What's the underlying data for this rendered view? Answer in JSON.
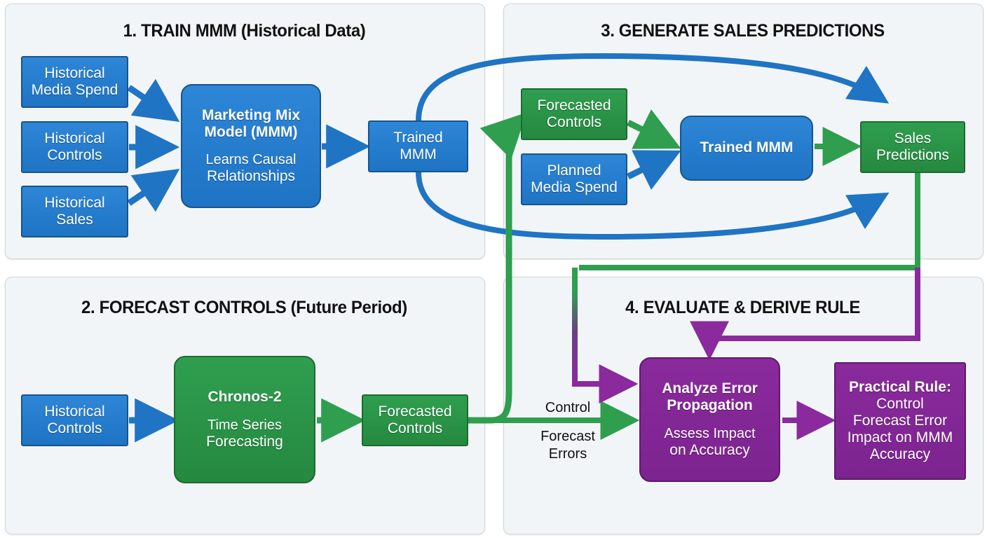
{
  "colors": {
    "blue": "#2e86d6",
    "green": "#2f9e4f",
    "purple": "#8a2a9c",
    "panel_bg": "#f2f5f7",
    "panel_border": "#cfd6da",
    "title": "#111111"
  },
  "panels": [
    {
      "id": "panel-1",
      "title": "1. TRAIN MMM (Historical Data)"
    },
    {
      "id": "panel-2",
      "title": "2. FORECAST CONTROLS (Future Period)"
    },
    {
      "id": "panel-3",
      "title": "3. GENERATE SALES PREDICTIONS"
    },
    {
      "id": "panel-4",
      "title": "4. EVALUATE & DERIVE RULE"
    }
  ],
  "nodes": {
    "historical_media_spend": {
      "line1": "Historical",
      "line2": "Media Spend"
    },
    "historical_controls_1": {
      "line1": "Historical",
      "line2": "Controls"
    },
    "historical_sales": {
      "line1": "Historical",
      "line2": "Sales"
    },
    "mmm": {
      "title1": "Marketing Mix",
      "title2": "Model (MMM)",
      "sub1": "Learns Causal",
      "sub2": "Relationships"
    },
    "trained_mmm_1": {
      "line1": "Trained",
      "line2": "MMM"
    },
    "historical_controls_2": {
      "line1": "Historical",
      "line2": "Controls"
    },
    "chronos": {
      "title1": "Chronos-2",
      "sub1": "Time Series",
      "sub2": "Forecasting"
    },
    "forecasted_controls_2": {
      "line1": "Forecasted",
      "line2": "Controls"
    },
    "forecasted_controls_3": {
      "line1": "Forecasted",
      "line2": "Controls"
    },
    "planned_media_spend": {
      "line1": "Planned",
      "line2": "Media Spend"
    },
    "trained_mmm_3": {
      "line1": "Trained MMM"
    },
    "sales_predictions": {
      "line1": "Sales",
      "line2": "Predictions"
    },
    "analyze_error": {
      "title1": "Analyze Error",
      "title2": "Propagation",
      "sub1": "Assess Impact",
      "sub2": "on Accuracy"
    },
    "practical_rule": {
      "title1": "Practical Rule:",
      "sub1": "Control",
      "sub2": "Forecast Error",
      "sub3": "Impact on MMM",
      "sub4": "Accuracy"
    }
  },
  "edge_labels": {
    "control_forecast_errors_l1": "Control",
    "control_forecast_errors_l2": "Forecast",
    "control_forecast_errors_l3": "Errors"
  }
}
